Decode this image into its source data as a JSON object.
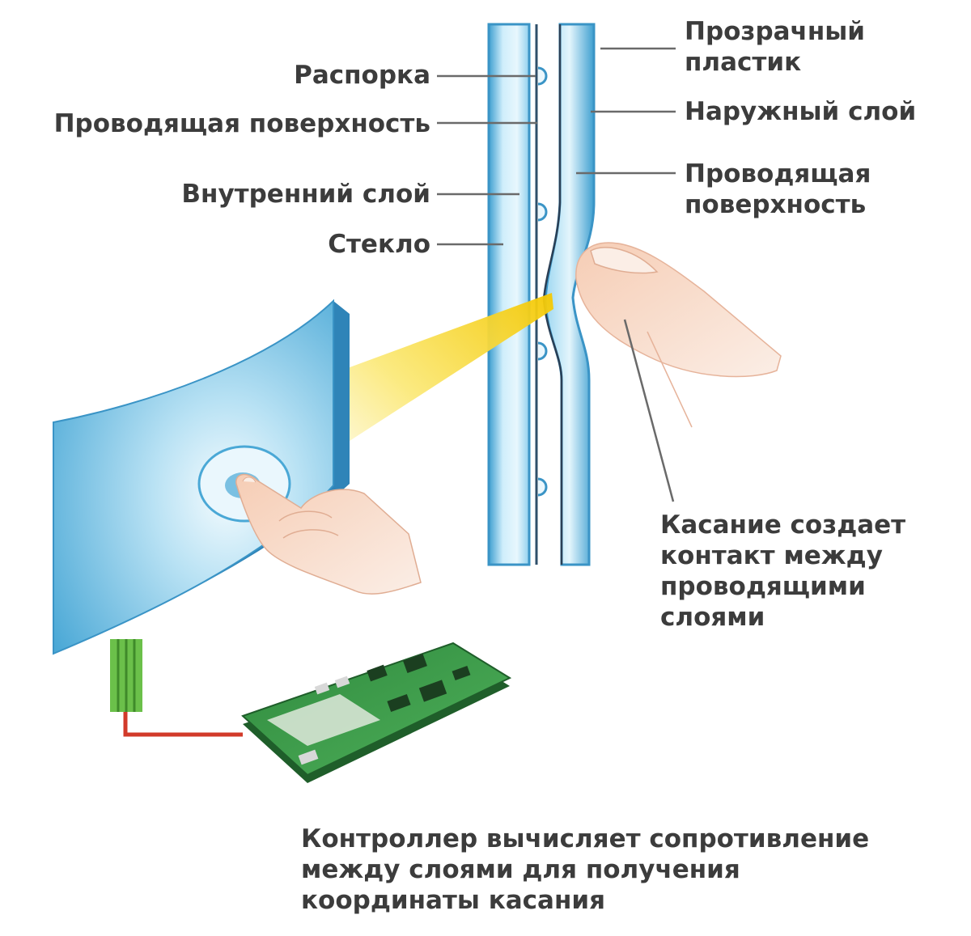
{
  "colors": {
    "panel_blue": "#4aa8d6",
    "panel_light": "#d9f0fb",
    "beam_yellow": "#f4d400",
    "board_green": "#3a9a4a",
    "wire_red": "#d23a2a",
    "skin": "#f2c2a8",
    "text": "#3c3c3c",
    "leader": "#666666"
  },
  "labels_left": {
    "spacer": "Распорка",
    "conductive_surface": "Проводящая поверхность",
    "inner_layer": "Внутренний слой",
    "glass": "Стекло"
  },
  "labels_right": {
    "transparent_plastic_line1": "Прозрачный",
    "transparent_plastic_line2": "пластик",
    "outer_layer": "Наружный слой",
    "conductive_surface_line1": "Проводящая",
    "conductive_surface_line2": "поверхность"
  },
  "touch_note": {
    "line1": "Касание создает",
    "line2": "контакт между",
    "line3": "проводящими",
    "line4": "слоями"
  },
  "controller_note": {
    "line1": "Контроллер вычисляет сопротивление",
    "line2": "между слоями для получения",
    "line3": "координаты касания"
  },
  "icons": {
    "screen": "touch-panel-icon",
    "hand": "pointing-hand-icon",
    "finger": "finger-icon",
    "board": "controller-board-icon"
  }
}
